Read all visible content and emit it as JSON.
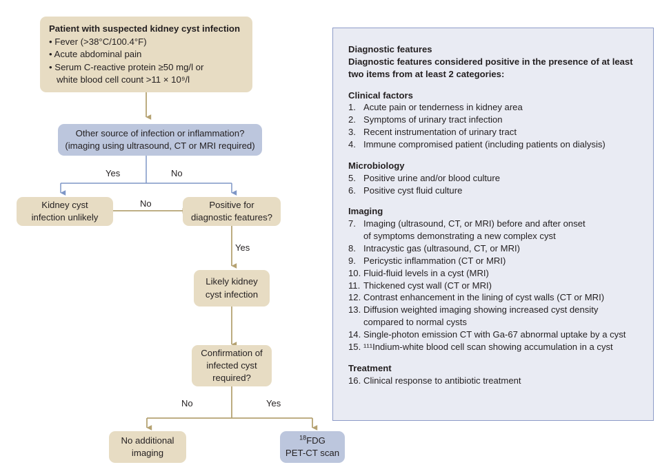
{
  "colors": {
    "tan_fill": "#e7dcc3",
    "blue_fill": "#bcc6dd",
    "tan_connector": "#b5a272",
    "blue_connector": "#7e96c6",
    "panel_bg": "#e9ebf3",
    "panel_border": "#8d9bc8",
    "text": "#231f20"
  },
  "flowchart": {
    "node_suspected": {
      "title": "Patient with suspected kidney cyst infection",
      "bullets": [
        "• Fever (>38°C/100.4°F)",
        "• Acute abdominal pain",
        "• Serum C-reactive protein ≥50 mg/l or",
        "   white blood cell count >11 × 10⁹/l"
      ]
    },
    "node_other_source": {
      "line1": "Other source of infection or inflammation?",
      "line2": "(imaging using ultrasound, CT or MRI required)"
    },
    "node_unlikely": {
      "line1": "Kidney cyst",
      "line2": "infection unlikely"
    },
    "node_positive": {
      "line1": "Positive for",
      "line2": "diagnostic features?"
    },
    "node_likely": {
      "line1": "Likely kidney",
      "line2": "cyst infection"
    },
    "node_confirmation": {
      "line1": "Confirmation of",
      "line2": "infected cyst",
      "line3": "required?"
    },
    "node_no_imaging": {
      "line1": "No additional",
      "line2": "imaging"
    },
    "node_petct": {
      "line1_sup": "18",
      "line1": "FDG",
      "line2": "PET-CT scan"
    },
    "edge_labels": {
      "yes_other_source": "Yes",
      "no_other_source": "No",
      "no_positive": "No",
      "yes_positive": "Yes",
      "no_confirmation": "No",
      "yes_confirmation": "Yes"
    }
  },
  "panel": {
    "heading": "Diagnostic features",
    "intro_line1": "Diagnostic features considered positive in the presence of at least",
    "intro_line2": "two items from at least 2 categories:",
    "sections": [
      {
        "title": "Clinical factors",
        "items": [
          {
            "num": "1.",
            "text": "Acute pain or tenderness in kidney area"
          },
          {
            "num": "2.",
            "text": "Symptoms of urinary tract infection"
          },
          {
            "num": "3.",
            "text": "Recent instrumentation of urinary tract"
          },
          {
            "num": "4.",
            "text": "Immune compromised patient (including patients on dialysis)"
          }
        ]
      },
      {
        "title": "Microbiology",
        "items": [
          {
            "num": "5.",
            "text": "Positive urine and/or blood culture"
          },
          {
            "num": "6.",
            "text": "Positive cyst fluid culture"
          }
        ]
      },
      {
        "title": "Imaging",
        "items": [
          {
            "num": "7.",
            "text": "Imaging (ultrasound, CT, or MRI) before and after onset\nof symptoms demonstrating a new complex cyst"
          },
          {
            "num": "8.",
            "text": "Intracystic gas (ultrasound, CT, or MRI)"
          },
          {
            "num": "9.",
            "text": "Pericystic inflammation (CT or MRI)"
          },
          {
            "num": "10.",
            "text": "Fluid-fluid levels in a cyst (MRI)"
          },
          {
            "num": "11.",
            "text": "Thickened cyst wall (CT or MRI)"
          },
          {
            "num": "12.",
            "text": "Contrast enhancement in the lining of cyst walls (CT or MRI)"
          },
          {
            "num": "13.",
            "text": "Diffusion weighted imaging showing increased cyst density\ncompared to normal cysts"
          },
          {
            "num": "14.",
            "text": "Single-photon emission CT with Ga-67 abnormal uptake by a cyst"
          },
          {
            "num": "15.",
            "text": "¹¹¹Indium-white blood cell scan showing accumulation in a cyst"
          }
        ]
      },
      {
        "title": "Treatment",
        "items": [
          {
            "num": "16.",
            "text": "Clinical response to antibiotic treatment"
          }
        ]
      }
    ]
  }
}
